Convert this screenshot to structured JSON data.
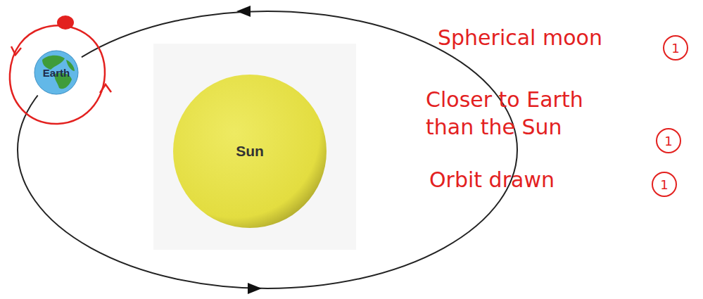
{
  "diagram": {
    "nodes": [
      {
        "text": [
          "Earth"
        ]
      },
      {
        "text": [
          "Sun"
        ]
      }
    ],
    "labels": [
      "Spherical moon",
      "1",
      "Closer to Earth than the Sun",
      "1",
      "Orbit drawn",
      "1"
    ]
  }
}
